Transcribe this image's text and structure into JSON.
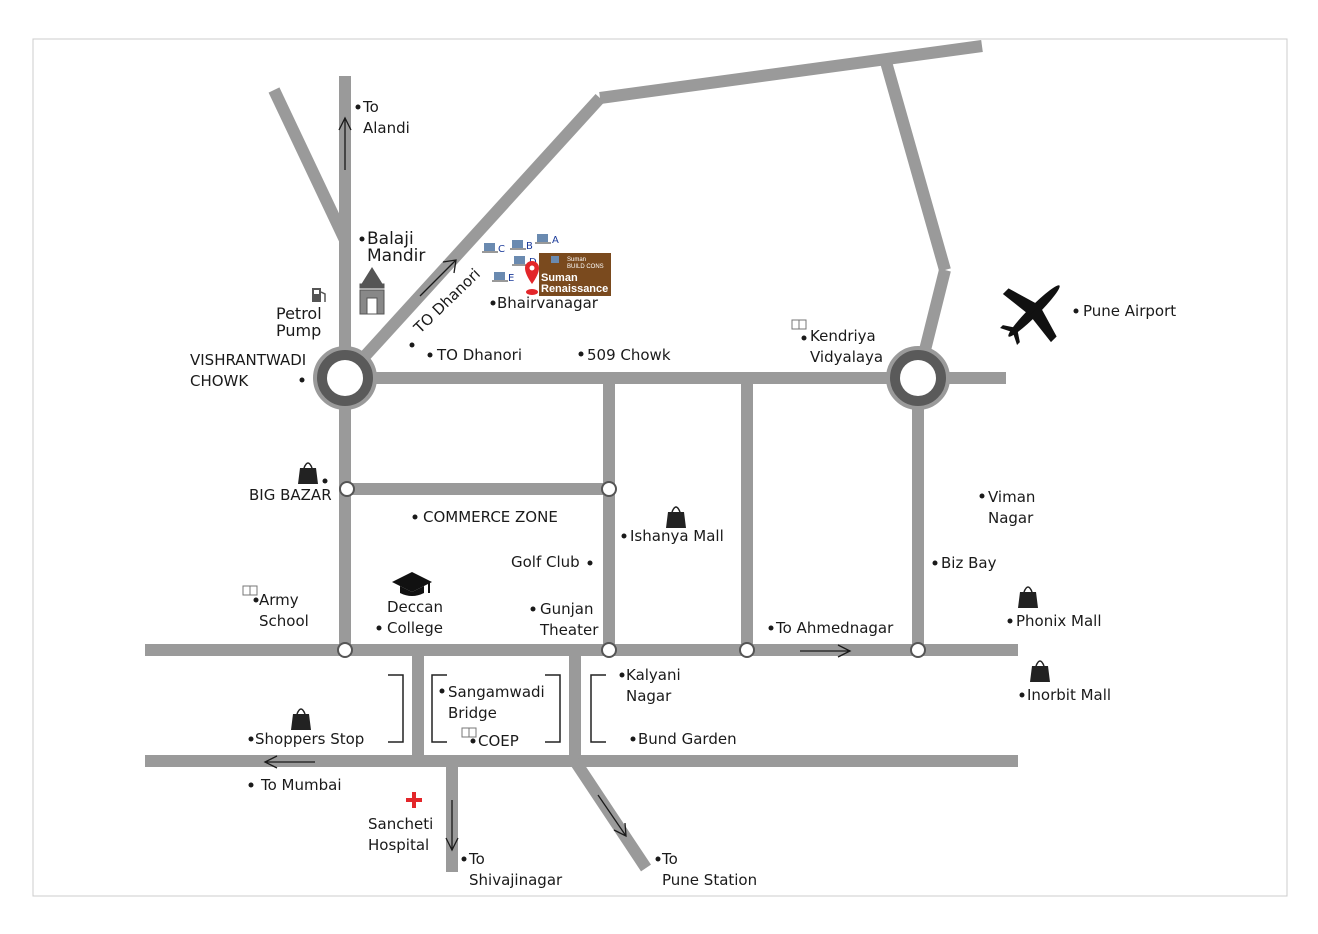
{
  "colors": {
    "road": "#9a9a9a",
    "roundabout_ring": "#5a5a5a",
    "frame": "#cccccc",
    "pin": "#e3262a",
    "brand_box": "#7a4a1e",
    "hospital_cross": "#e3262a",
    "building_label": "#1a3a9a"
  },
  "labels": {
    "to_alandi": [
      "To",
      "Alandi"
    ],
    "balaji_mandir": [
      "Balaji",
      "Mandir"
    ],
    "petrol_pump": [
      "Petrol",
      "Pump"
    ],
    "vishrantwadi_chowk": [
      "VISHRANTWADI",
      "CHOWK"
    ],
    "to_dhanori_diag": "TO Dhanori",
    "to_dhanori": "TO Dhanori",
    "bhairvanagar": "Bhairvanagar",
    "chowk_509": "509 Chowk",
    "kendriya_vidyalaya": [
      "Kendriya",
      "Vidyalaya"
    ],
    "pune_airport": "Pune Airport",
    "big_bazar": "BIG BAZAR",
    "commerce_zone": "COMMERCE ZONE",
    "ishanya_mall": "Ishanya Mall",
    "golf_club": "Golf Club",
    "viman_nagar": [
      "Viman",
      "Nagar"
    ],
    "biz_bay": "Biz Bay",
    "army_school": [
      "Army",
      "School"
    ],
    "deccan_college": [
      "Deccan",
      "College"
    ],
    "gunjan_theater": [
      "Gunjan",
      "Theater"
    ],
    "to_ahmednagar": "To Ahmednagar",
    "phonix_mall": "Phonix Mall",
    "inorbit_mall": "Inorbit Mall",
    "sangamwadi_bridge": [
      "Sangamwadi",
      "Bridge"
    ],
    "kalyani_nagar": [
      "Kalyani",
      "Nagar"
    ],
    "shoppers_stop": "Shoppers Stop",
    "coep": "COEP",
    "bund_garden": "Bund Garden",
    "to_mumbai": "To Mumbai",
    "sancheti_hospital": [
      "Sancheti",
      "Hospital"
    ],
    "to_shivajinagar": [
      "To",
      "Shivajinagar"
    ],
    "to_pune_station": [
      "To",
      "Pune Station"
    ]
  },
  "project": {
    "brand_small": [
      "Suman",
      "BUILD CONS"
    ],
    "name": [
      "Suman",
      "Renaissance"
    ],
    "buildings": [
      "A",
      "B",
      "C",
      "D",
      "E"
    ]
  },
  "icons": {
    "temple": "temple-icon",
    "fuel": "fuel-pump-icon",
    "airplane": "airplane-icon",
    "shopping_bag": "shopping-bag-icon",
    "graduation_cap": "graduation-cap-icon",
    "book": "book-icon",
    "hospital": "hospital-cross-icon",
    "location_pin": "location-pin-icon"
  }
}
